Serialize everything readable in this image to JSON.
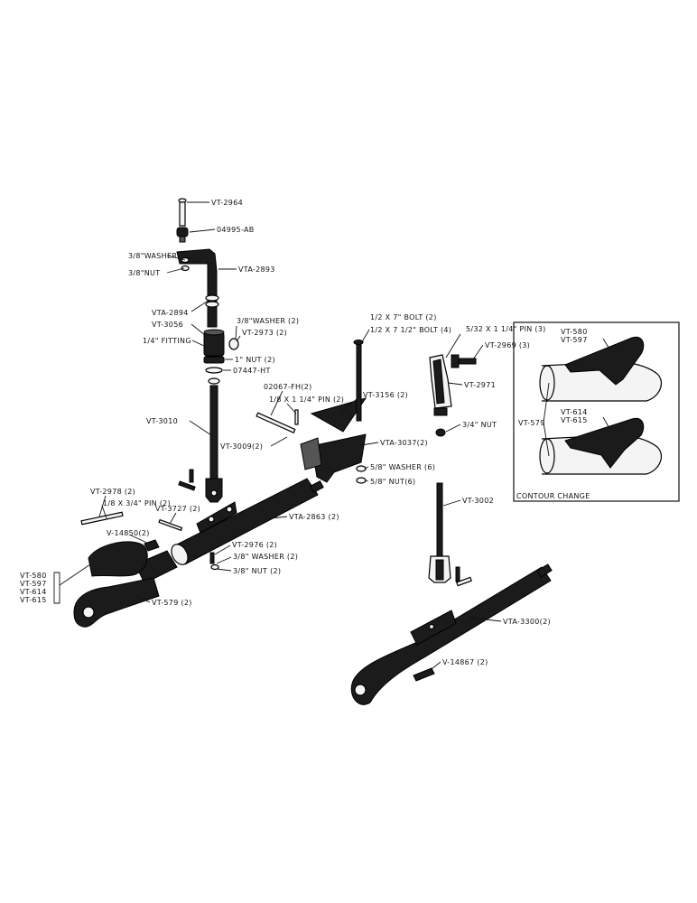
{
  "labels": {
    "vt2964": "VT-2964",
    "p04995": "04995-AB",
    "washer_a": "3/8\"WASHER",
    "nut_a": "3/8\"NUT",
    "vta2893": "VTA-2893",
    "vta2894": "VTA-2894",
    "vt3056": "VT-3056",
    "washer2": "3/8\"WASHER (2)",
    "vt2973": "VT-2973 (2)",
    "fitting": "1/4\" FITTING",
    "nut1": "1\" NUT (2)",
    "p07447": "07447-HT",
    "vt3010": "VT-3010",
    "p02067": "02067-FH(2)",
    "pin_a": "1/8 X 1 1/4\" PIN (2)",
    "vt3009": "VT-3009(2)",
    "bolt1": "1/2 X 7\" BOLT (2)",
    "bolt2": "1/2 X 7 1/2\" BOLT (4)",
    "vt3156": "VT-3156 (2)",
    "vta3037": "VTA-3037(2)",
    "washer6": "5/8\" WASHER (6)",
    "nut6": "5/8\" NUT(6)",
    "pin_b": "5/32 X 1 1/4\" PIN (3)",
    "vt2969": "VT-2969 (3)",
    "vt2971": "VT-2971",
    "nut_b": "3/4\" NUT",
    "vt2978": "VT-2978 (2)",
    "pin_c": "1/8 X 3/4\" PIN (2)",
    "vt3727": "VT-3727 (2)",
    "v14850": "V-14850(2)",
    "vta2863": "VTA-2863 (2)",
    "vt2976": "VT-2976 (2)",
    "washer_c": "3/8\" WASHER (2)",
    "nut_c": "3/8\" NUT (2)",
    "group_left": [
      "VT-580",
      "VT-597",
      "VT-614",
      "VT-615"
    ],
    "vt579_2": "VT-579 (2)",
    "vt3002": "VT-3002",
    "vta3300": "VTA-3300(2)",
    "v14867": "V-14867 (2)"
  },
  "inset": {
    "group_top": [
      "VT-580",
      "VT-597"
    ],
    "group_bottom": [
      "VT-614",
      "VT-615"
    ],
    "vt579": "VT-579",
    "caption": "CONTOUR CHANGE"
  }
}
